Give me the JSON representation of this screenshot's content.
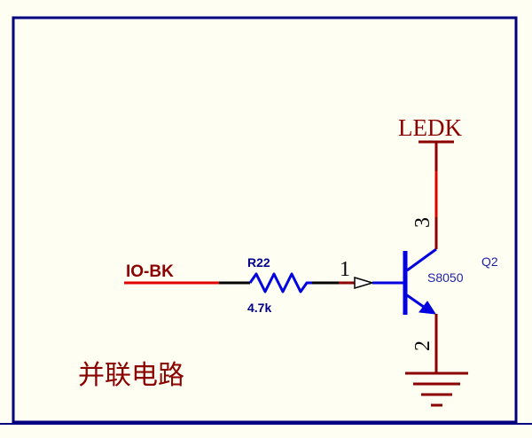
{
  "colors": {
    "background": "#fffef2",
    "border": "#000080",
    "wire_net": "#e00000",
    "wire": "#000000",
    "component": "#0000e0",
    "pin": "#8b0000",
    "label": "#8b0000",
    "designator": "#00008b"
  },
  "nets": {
    "input_label": "IO-BK",
    "power_label": "LEDK"
  },
  "resistor": {
    "designator": "R22",
    "value": "4.7k"
  },
  "transistor": {
    "designator": "Q2",
    "part": "S8050",
    "pin_base": "1",
    "pin_collector": "3",
    "pin_emitter": "2"
  },
  "note": {
    "text": "并联电路"
  },
  "icons": [
    "resistor-icon",
    "npn-transistor-icon",
    "ground-icon",
    "port-arrow-icon"
  ]
}
